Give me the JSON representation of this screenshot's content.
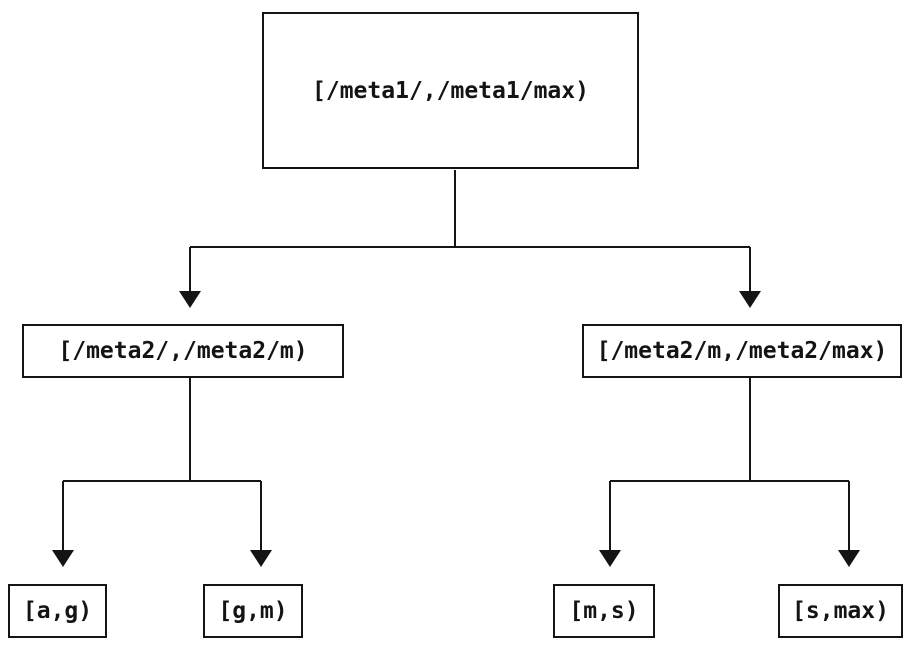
{
  "diagram": {
    "type": "binary-tree",
    "colors": {
      "background": "#ffffff",
      "line": "#141414",
      "text": "#141414"
    },
    "nodes": {
      "root": {
        "label": "[/meta1/,/meta1/max)"
      },
      "left": {
        "label": "[/meta2/,/meta2/m)"
      },
      "right": {
        "label": "[/meta2/m,/meta2/max)"
      },
      "leaf1": {
        "label": "[a,g)"
      },
      "leaf2": {
        "label": "[g,m)"
      },
      "leaf3": {
        "label": "[m,s)"
      },
      "leaf4": {
        "label": "[s,max)"
      }
    },
    "edges": [
      {
        "from": "root",
        "to": "left"
      },
      {
        "from": "root",
        "to": "right"
      },
      {
        "from": "left",
        "to": "leaf1"
      },
      {
        "from": "left",
        "to": "leaf2"
      },
      {
        "from": "right",
        "to": "leaf3"
      },
      {
        "from": "right",
        "to": "leaf4"
      }
    ]
  }
}
